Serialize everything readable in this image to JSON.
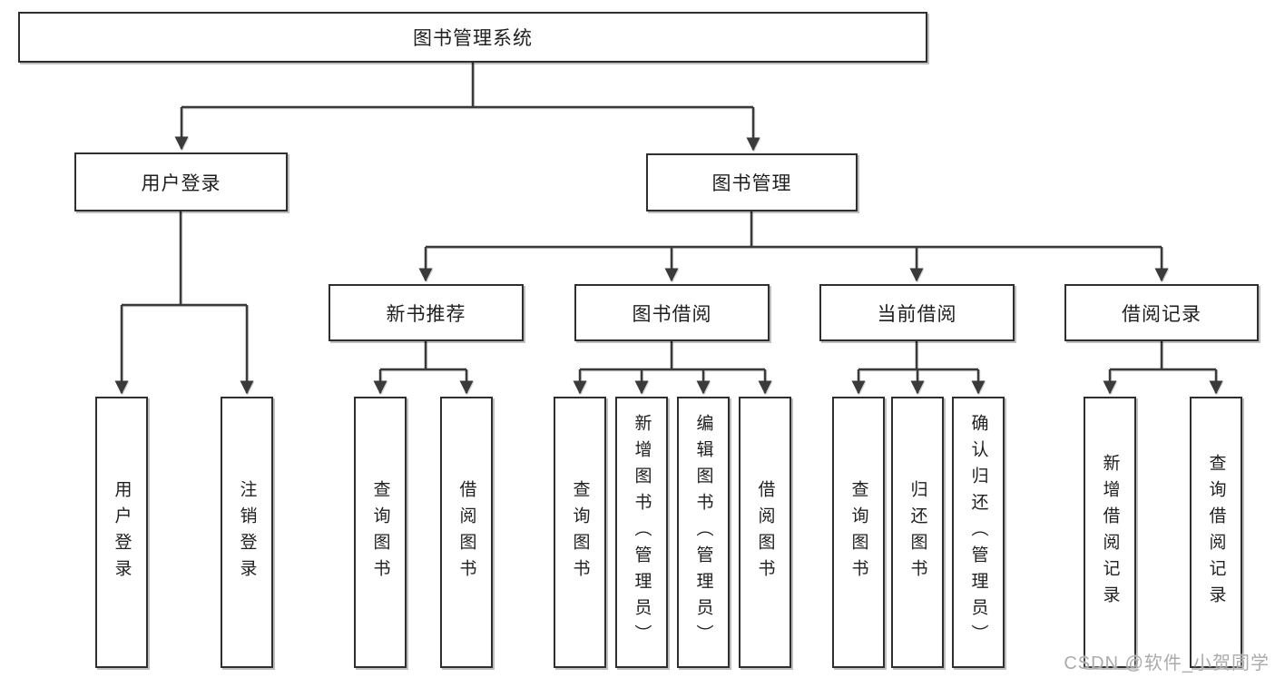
{
  "tree": {
    "root": {
      "label": "图书管理系统"
    },
    "children": [
      {
        "label": "用户登录",
        "children": [
          {
            "label": "用户登录"
          },
          {
            "label": "注销登录"
          }
        ]
      },
      {
        "label": "图书管理",
        "children": [
          {
            "label": "新书推荐",
            "children": [
              {
                "label": "查询图书"
              },
              {
                "label": "借阅图书"
              }
            ]
          },
          {
            "label": "图书借阅",
            "children": [
              {
                "label": "查询图书"
              },
              {
                "label": "新增图书（管理员）"
              },
              {
                "label": "编辑图书（管理员）"
              },
              {
                "label": "借阅图书"
              }
            ]
          },
          {
            "label": "当前借阅",
            "children": [
              {
                "label": "查询图书"
              },
              {
                "label": "归还图书"
              },
              {
                "label": "确认归还（管理员）"
              }
            ]
          },
          {
            "label": "借阅记录",
            "children": [
              {
                "label": "新增借阅记录"
              },
              {
                "label": "查询借阅记录"
              }
            ]
          }
        ]
      }
    ]
  },
  "watermark": {
    "text": "CSDN @软件_小贺同学"
  },
  "colors": {
    "line": "#3a3a3a",
    "box_border": "#2f2f2f",
    "text": "#1f1f1f",
    "watermark": "#ababab",
    "background": "#ffffff"
  }
}
